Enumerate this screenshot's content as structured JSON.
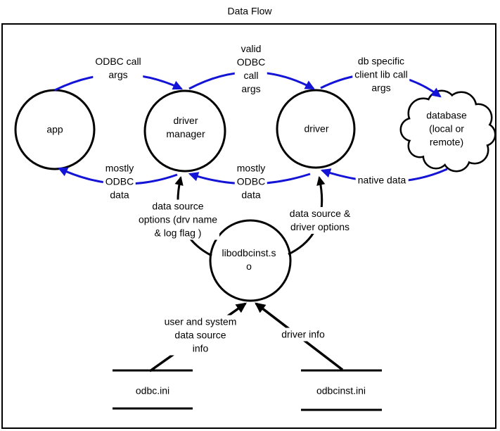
{
  "title": "Data Flow",
  "colors": {
    "arrow_blue": "#1414d6",
    "ink": "#000000",
    "background": "#ffffff"
  },
  "nodes": {
    "app": "app",
    "driver_manager": "driver\nmanager",
    "driver": "driver",
    "database": "database\n(local or\nremote)",
    "libodbcinst": "libodbcinst.s\no",
    "odbc_ini": "odbc.ini",
    "odbcinst_ini": "odbcinst.ini"
  },
  "flow_labels": {
    "odbc_call_args": "ODBC call\nargs",
    "valid_odbc_call_args": "valid\nODBC\ncall\nargs",
    "db_specific_client_lib_call_args": "db specific\nclient lib call\nargs",
    "mostly_odbc_data_to_app": "mostly\nODBC\ndata",
    "mostly_odbc_data_to_driver_manager": "mostly\nODBC\ndata",
    "native_data": "native data",
    "data_source_options": "data source\noptions (drv name\n& log flag )",
    "data_source_and_driver_options": "data source &\ndriver options",
    "user_and_system_data_source_info": "user and system\ndata source\ninfo",
    "driver_info": "driver info"
  }
}
